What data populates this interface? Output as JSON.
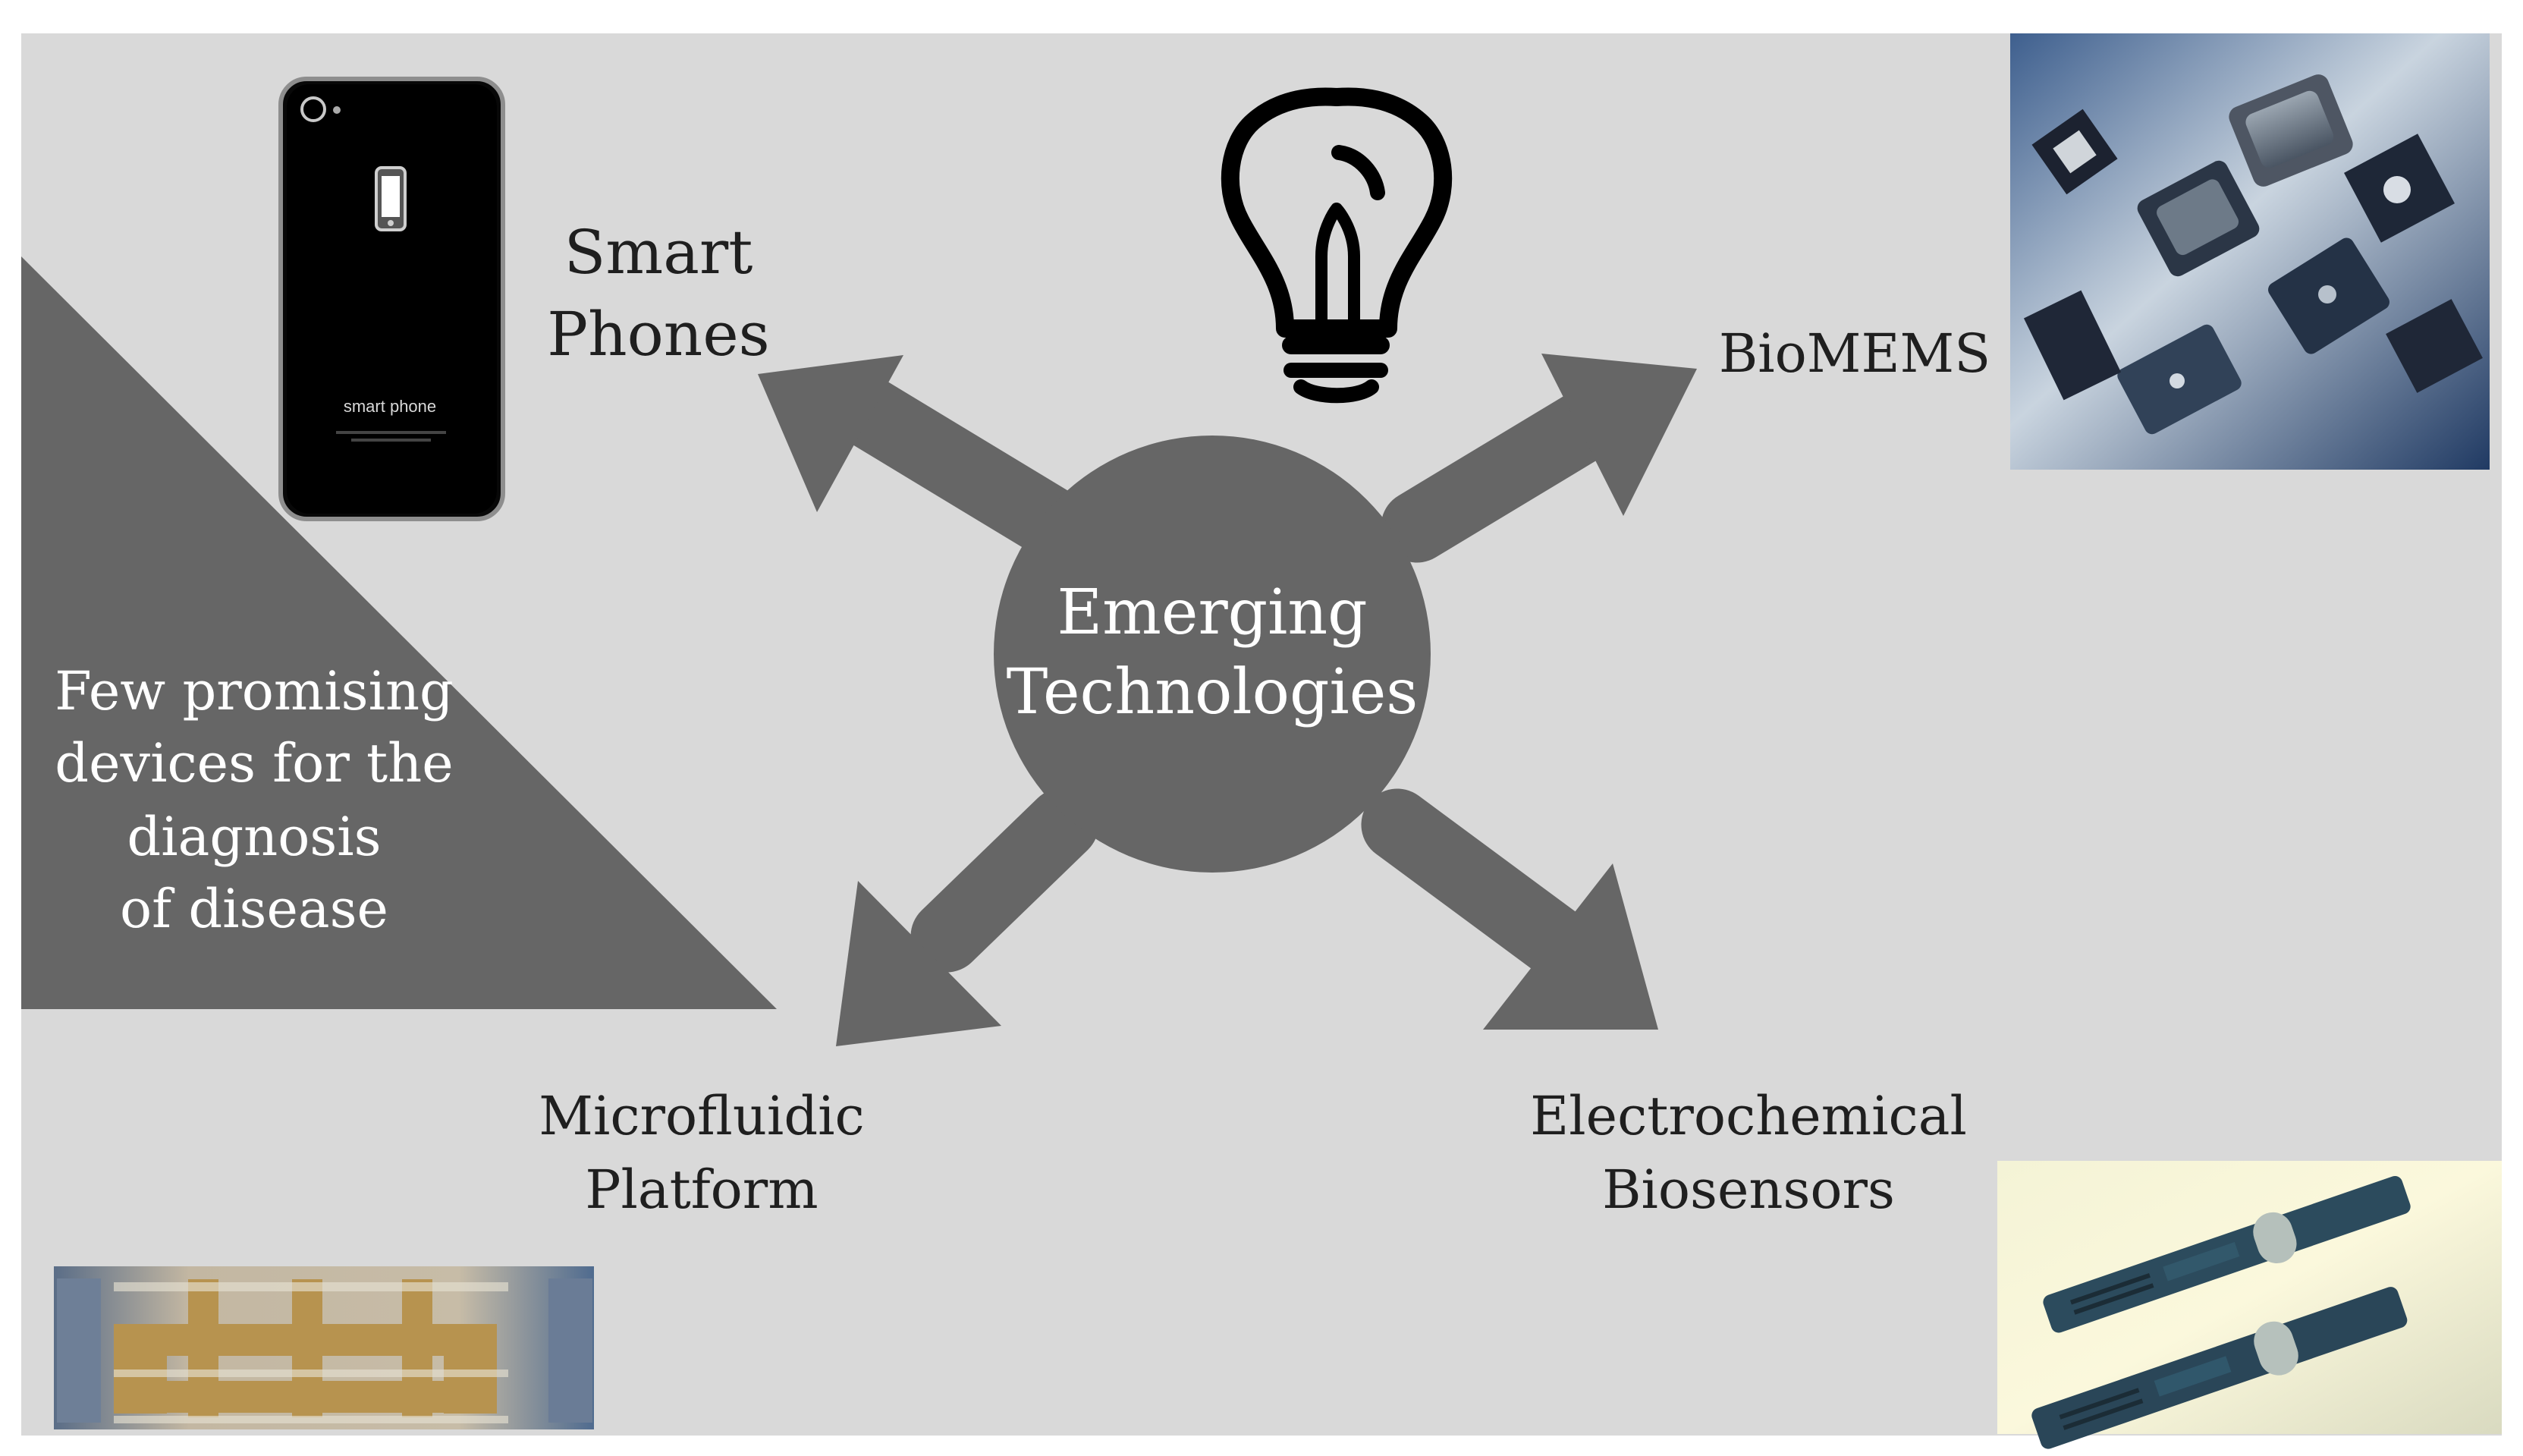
{
  "colors": {
    "background": "#d9d9d9",
    "dark_gray": "#666666",
    "text": "#1f1f1f",
    "white": "#ffffff"
  },
  "center": {
    "line1": "Emerging",
    "line2": "Technologies"
  },
  "triangle": {
    "line1": "Few promising",
    "line2": "devices for the",
    "line3": "diagnosis",
    "line4": "of disease"
  },
  "labels": {
    "smart_phones_line1": "Smart",
    "smart_phones_line2": "Phones",
    "biomems": "BioMEMS",
    "microfluidic_line1": "Microfluidic",
    "microfluidic_line2": "Platform",
    "electrochemical_line1": "Electrochemical",
    "electrochemical_line2": "Biosensors"
  },
  "phone_image": {
    "text": "smart phone"
  },
  "icons": {
    "lightbulb": "lightbulb-icon",
    "phone": "phone-icon"
  }
}
